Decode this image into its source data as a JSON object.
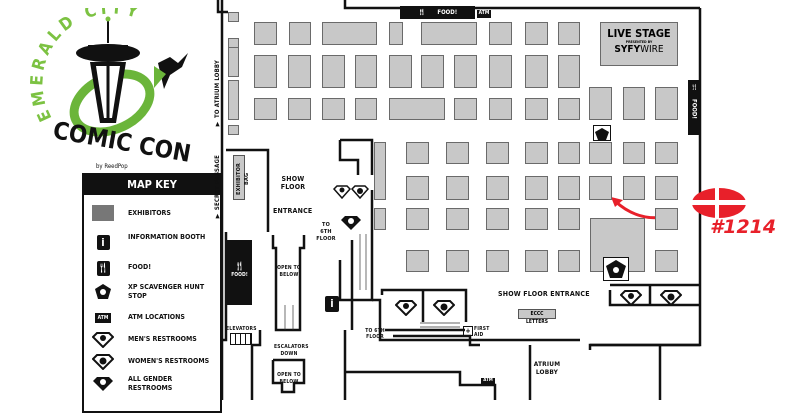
{
  "logo": {
    "arc_text": "EMERALD CITY",
    "main_text": "COMIC CON",
    "byline": "by ReedPop"
  },
  "map_key": {
    "title": "MAP KEY",
    "items": [
      {
        "icon": "exhibitor-booths-icon",
        "label": "EXHIBITORS"
      },
      {
        "icon": "information-icon",
        "label": "INFORMATION BOOTH"
      },
      {
        "icon": "food-icon",
        "label": "FOOD!"
      },
      {
        "icon": "scavenger-hunt-icon",
        "label": "XP SCAVENGER HUNT STOP"
      },
      {
        "icon": "atm-icon",
        "label": "ATM LOCATIONS",
        "icon_text": "ATM"
      },
      {
        "icon": "mens-restroom-icon",
        "label": "MEN'S RESTROOMS"
      },
      {
        "icon": "womens-restroom-icon",
        "label": "WOMEN'S RESTROOMS"
      },
      {
        "icon": "all-gender-restroom-icon",
        "label": "ALL GENDER RESTROOMS"
      }
    ]
  },
  "map": {
    "food_top": "FOOD!",
    "atm_top": "ATM",
    "live_stage": {
      "title": "LIVE STAGE",
      "presented_by": "PRESENTED BY",
      "sponsor_bold": "SYFY",
      "sponsor_light": "WIRE"
    },
    "food_right": "FOOD!",
    "food_left": "FOOD!",
    "to_atrium_lobby": "▼ TO ATRIUM LOBBY",
    "secret_passage": "▼ SECRET PASSAGE",
    "exhibitor_bag": "EXHIBITOR BAG",
    "show_floor": "SHOW FLOOR",
    "entrance": "ENTRANCE",
    "to_6th_floor": "TO 6TH FLOOR",
    "to_6th_floor_bottom": "TO 6TH FLOOR",
    "open_to_below_1": "OPEN TO BELOW",
    "open_to_below_2": "OPEN TO BELOW",
    "elevators": "ELEVATORS",
    "escalators_down": "ESCALATORS DOWN",
    "show_floor_entrance": "SHOW FLOOR ENTRANCE",
    "eccc_letters": "ECCC LETTERS",
    "first_aid": "FIRST AID",
    "atrium_lobby": "ATRIUM LOBBY",
    "atm_bottom": "ATM",
    "info_icon": "i"
  },
  "highlight": {
    "booth": "#1214",
    "color": "#e8202a"
  }
}
